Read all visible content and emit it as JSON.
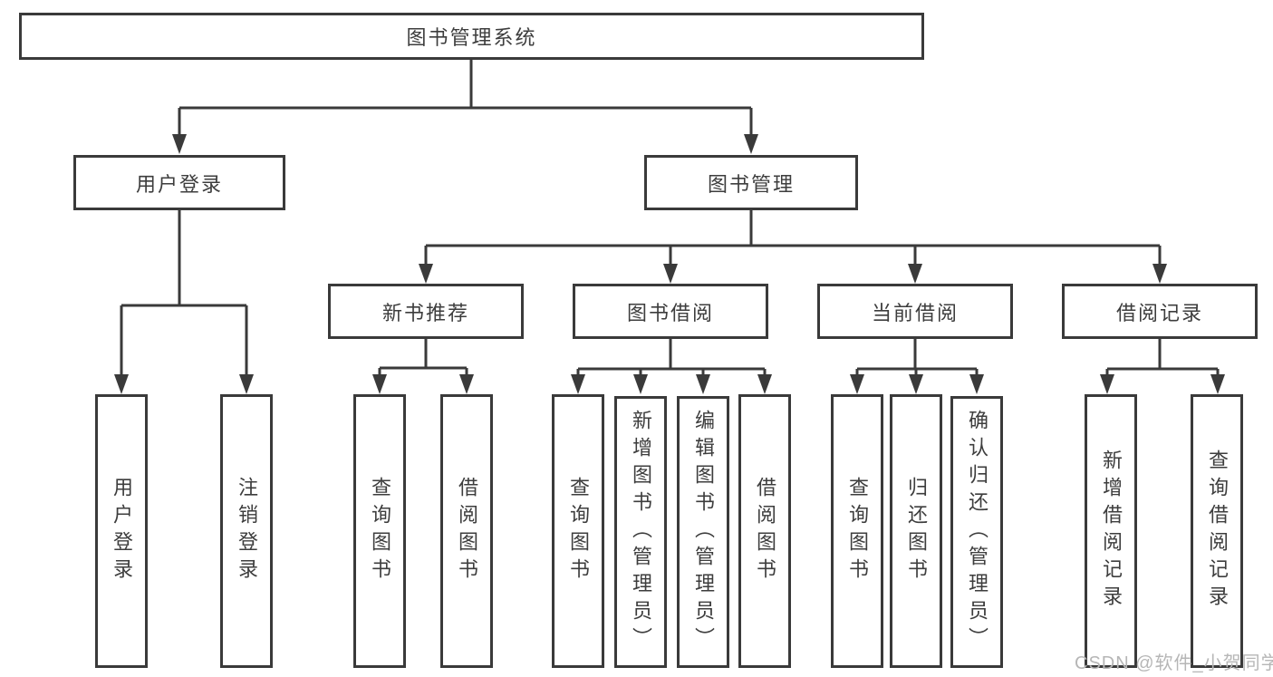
{
  "tree": {
    "root": {
      "label": "图书管理系统",
      "children": [
        {
          "label": "用户登录",
          "children": [
            {
              "label": "用户登录"
            },
            {
              "label": "注销登录"
            }
          ]
        },
        {
          "label": "图书管理",
          "children": [
            {
              "label": "新书推荐",
              "children": [
                {
                  "label": "查询图书"
                },
                {
                  "label": "借阅图书"
                }
              ]
            },
            {
              "label": "图书借阅",
              "children": [
                {
                  "label": "查询图书"
                },
                {
                  "label": "新增图书（管理员）"
                },
                {
                  "label": "编辑图书（管理员）"
                },
                {
                  "label": "借阅图书"
                }
              ]
            },
            {
              "label": "当前借阅",
              "children": [
                {
                  "label": "查询图书"
                },
                {
                  "label": "归还图书"
                },
                {
                  "label": "确认归还（管理员）"
                }
              ]
            },
            {
              "label": "借阅记录",
              "children": [
                {
                  "label": "新增借阅记录"
                },
                {
                  "label": "查询借阅记录"
                }
              ]
            }
          ]
        }
      ]
    }
  },
  "watermark": {
    "text": "CSDN @软件_小贺同学"
  },
  "colors": {
    "line": "#3a3a3a",
    "text": "#3d3d3d",
    "watermark": "#b6b6b6",
    "background": "#ffffff"
  }
}
